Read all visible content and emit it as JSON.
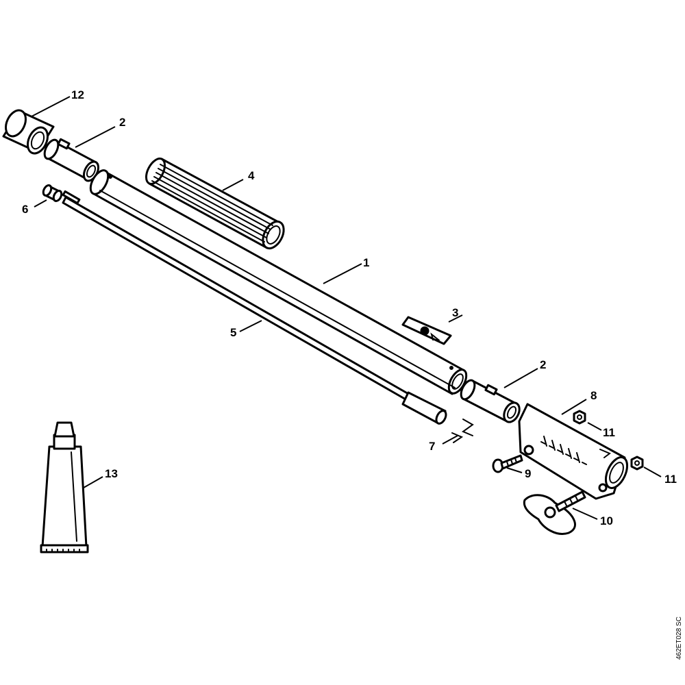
{
  "diagram": {
    "reference_code": "462ET028 SC",
    "callouts": [
      {
        "id": "c12",
        "label": "12"
      },
      {
        "id": "c2a",
        "label": "2"
      },
      {
        "id": "c4",
        "label": "4"
      },
      {
        "id": "c6",
        "label": "6"
      },
      {
        "id": "c1",
        "label": "1"
      },
      {
        "id": "c5",
        "label": "5"
      },
      {
        "id": "c3",
        "label": "3"
      },
      {
        "id": "c2b",
        "label": "2"
      },
      {
        "id": "c8",
        "label": "8"
      },
      {
        "id": "c11a",
        "label": "11"
      },
      {
        "id": "c7",
        "label": "7"
      },
      {
        "id": "c9",
        "label": "9"
      },
      {
        "id": "c11b",
        "label": "11"
      },
      {
        "id": "c10",
        "label": "10"
      },
      {
        "id": "c13",
        "label": "13"
      }
    ]
  }
}
